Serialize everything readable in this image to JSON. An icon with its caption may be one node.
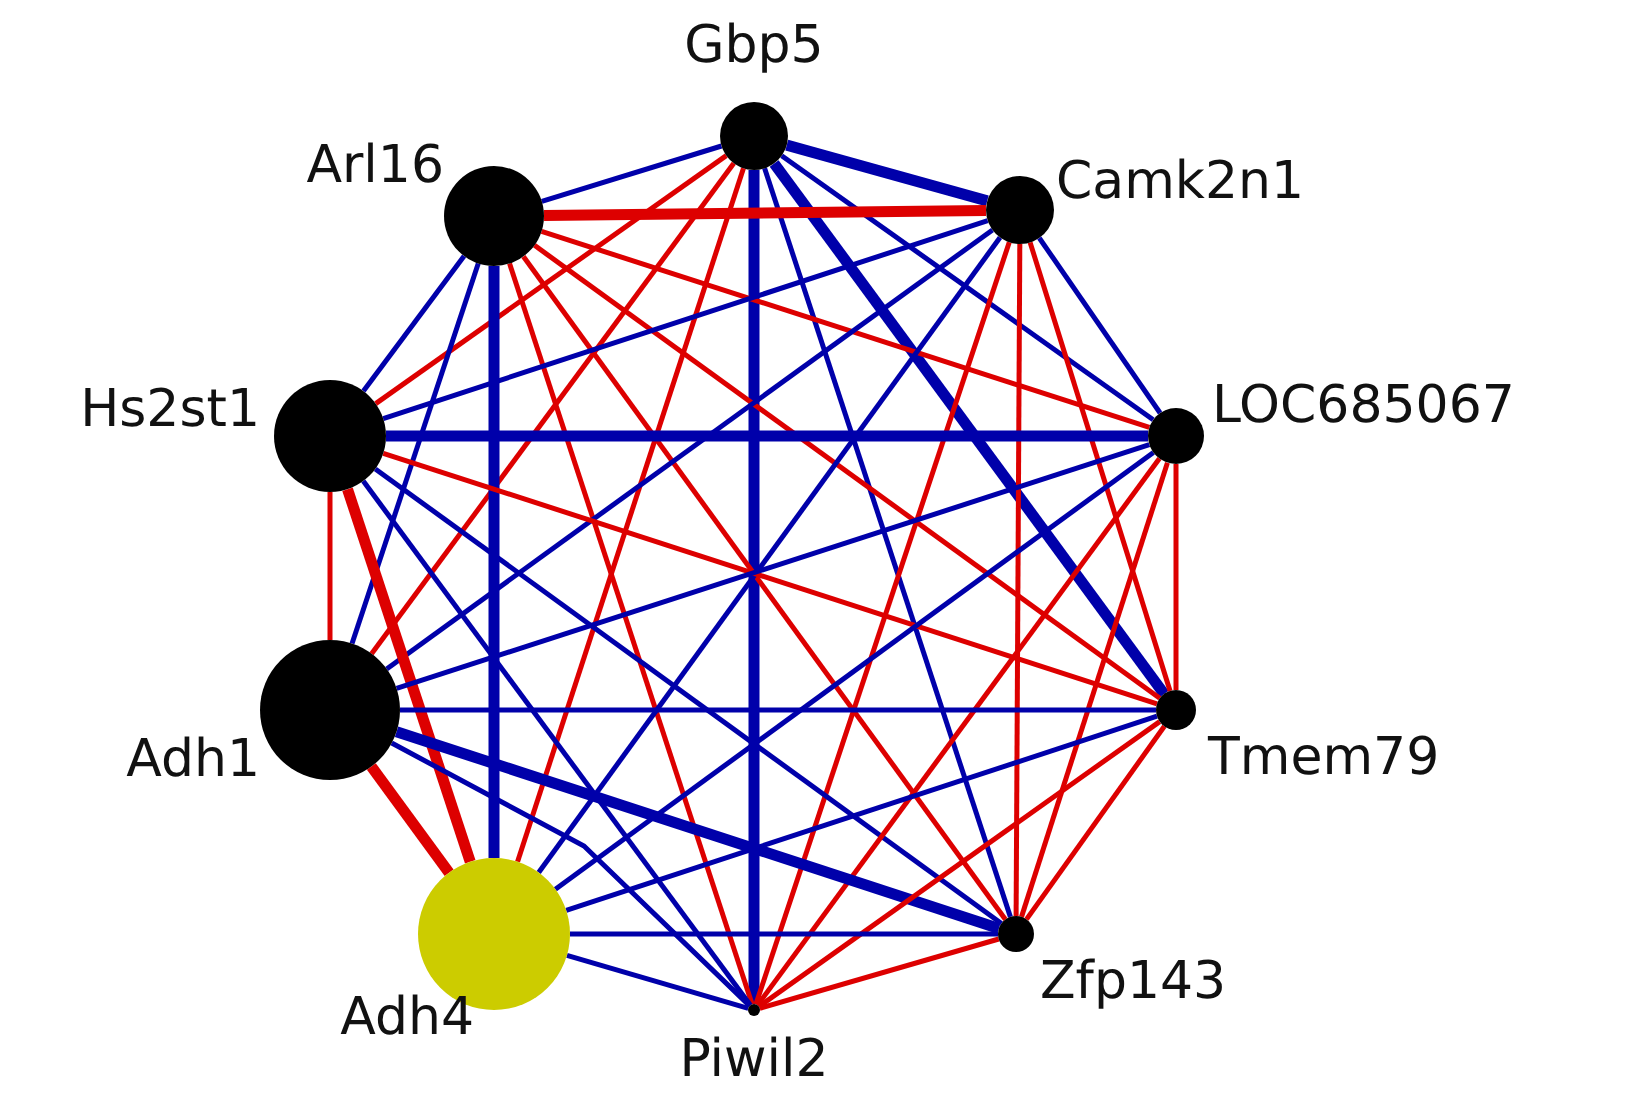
{
  "diagram": {
    "nodes": [
      {
        "text": [],
        "shape": "circle",
        "beside": [
          "Gbp5"
        ]
      },
      {
        "text": [],
        "shape": "circle",
        "beside": [
          "Arl16"
        ]
      },
      {
        "text": [],
        "shape": "circle",
        "beside": [
          "Camk2n1"
        ]
      },
      {
        "text": [],
        "shape": "circle",
        "beside": [
          "Hs2st1"
        ]
      },
      {
        "text": [],
        "shape": "circle",
        "beside": [
          "LOC685067"
        ]
      },
      {
        "text": [],
        "shape": "circle",
        "beside": [
          "Adh1"
        ]
      },
      {
        "text": [],
        "shape": "circle",
        "beside": [
          "Tmem79"
        ]
      },
      {
        "text": [],
        "shape": "circle",
        "beside": [
          "Adh4"
        ]
      },
      {
        "text": [],
        "shape": "circle",
        "beside": [
          "Piwil2"
        ]
      },
      {
        "text": [],
        "shape": "circle",
        "beside": [
          "Zfp143"
        ]
      }
    ],
    "edges": [
      {
        "from": 0,
        "to": 1,
        "arrow": "none"
      },
      {
        "from": 0,
        "to": 2,
        "arrow": "none",
        "style": "thick"
      },
      {
        "from": 0,
        "to": 3,
        "arrow": "none",
        "color": "#dd0000"
      },
      {
        "from": 0,
        "to": 4,
        "arrow": "none"
      },
      {
        "from": 0,
        "to": 5,
        "arrow": "none",
        "color": "#dd0000"
      },
      {
        "from": 0,
        "to": 6,
        "arrow": "none",
        "style": "thick"
      },
      {
        "from": 0,
        "to": 7,
        "arrow": "none",
        "color": "#dd0000"
      },
      {
        "from": 0,
        "to": 8,
        "arrow": "none",
        "style": "thick"
      },
      {
        "from": 0,
        "to": 9,
        "arrow": "none"
      },
      {
        "from": 1,
        "to": 2,
        "arrow": "none",
        "style": "thick",
        "color": "#dd0000"
      },
      {
        "from": 1,
        "to": 3,
        "arrow": "none"
      },
      {
        "from": 1,
        "to": 4,
        "arrow": "none",
        "color": "#dd0000"
      },
      {
        "from": 1,
        "to": 5,
        "arrow": "none"
      },
      {
        "from": 1,
        "to": 6,
        "arrow": "none",
        "color": "#dd0000"
      },
      {
        "from": 1,
        "to": 7,
        "arrow": "none",
        "style": "thick"
      },
      {
        "from": 1,
        "to": 8,
        "arrow": "none",
        "color": "#dd0000"
      },
      {
        "from": 1,
        "to": 9,
        "arrow": "none",
        "color": "#dd0000"
      },
      {
        "from": 2,
        "to": 3,
        "arrow": "none"
      },
      {
        "from": 2,
        "to": 4,
        "arrow": "none"
      },
      {
        "from": 2,
        "to": 5,
        "arrow": "none"
      },
      {
        "from": 2,
        "to": 6,
        "arrow": "none",
        "color": "#dd0000"
      },
      {
        "from": 2,
        "to": 7,
        "arrow": "none"
      },
      {
        "from": 2,
        "to": 8,
        "arrow": "none",
        "color": "#dd0000"
      },
      {
        "from": 2,
        "to": 9,
        "arrow": "none",
        "color": "#dd0000"
      },
      {
        "from": 3,
        "to": 4,
        "arrow": "none",
        "style": "thick"
      },
      {
        "from": 3,
        "to": 5,
        "arrow": "none",
        "color": "#dd0000"
      },
      {
        "from": 3,
        "to": 6,
        "arrow": "none",
        "color": "#dd0000"
      },
      {
        "from": 3,
        "to": 7,
        "arrow": "none",
        "style": "thick",
        "color": "#dd0000"
      },
      {
        "from": 3,
        "to": 8,
        "arrow": "none"
      },
      {
        "from": 3,
        "to": 9,
        "arrow": "none"
      },
      {
        "from": 4,
        "to": 5,
        "arrow": "none"
      },
      {
        "from": 4,
        "to": 6,
        "arrow": "none",
        "color": "#dd0000"
      },
      {
        "from": 4,
        "to": 7,
        "arrow": "none"
      },
      {
        "from": 4,
        "to": 8,
        "arrow": "none",
        "color": "#dd0000"
      },
      {
        "from": 4,
        "to": 9,
        "arrow": "none",
        "color": "#dd0000"
      },
      {
        "from": 5,
        "to": 6,
        "arrow": "none"
      },
      {
        "from": 5,
        "to": 7,
        "arrow": "none",
        "style": "thick",
        "color": "#dd0000"
      },
      {
        "from": 5,
        "to": 8,
        "arrow": "none"
      },
      {
        "from": 5,
        "to": 9,
        "arrow": "none",
        "style": "thick"
      },
      {
        "from": 6,
        "to": 7,
        "arrow": "none"
      },
      {
        "from": 6,
        "to": 8,
        "arrow": "none",
        "color": "#dd0000"
      },
      {
        "from": 6,
        "to": 9,
        "arrow": "none",
        "color": "#dd0000"
      },
      {
        "from": 7,
        "to": 8,
        "arrow": "none"
      },
      {
        "from": 7,
        "to": 9,
        "arrow": "none"
      },
      {
        "from": 8,
        "to": 9,
        "arrow": "none",
        "color": "#dd0000"
      }
    ]
  }
}
